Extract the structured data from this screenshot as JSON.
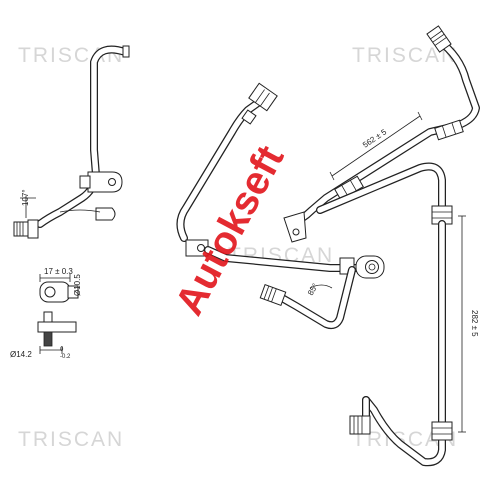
{
  "watermarks": {
    "top_left": "TRISCAN",
    "top_right": "TRISCAN",
    "bottom_left": "TRISCAN",
    "bottom_right": "TRISCAN",
    "center": "TRISCAN"
  },
  "logo": {
    "text": "Autokseft",
    "color": "#e2151b"
  },
  "dimensions": {
    "left_angle": "107°",
    "left_width": "17 ± 0.3",
    "left_bore": "Ø10.5",
    "left_od": "Ø14.2",
    "left_od_tolerance": "-0.2",
    "left_od_tolerance_upper": "0",
    "upper_length": "562 ± 5",
    "mid_angle": "85°",
    "right_length": "282 ± 5"
  },
  "colors": {
    "line": "#222222",
    "watermark": "#d6d6d6",
    "logo": "#e2151b"
  }
}
